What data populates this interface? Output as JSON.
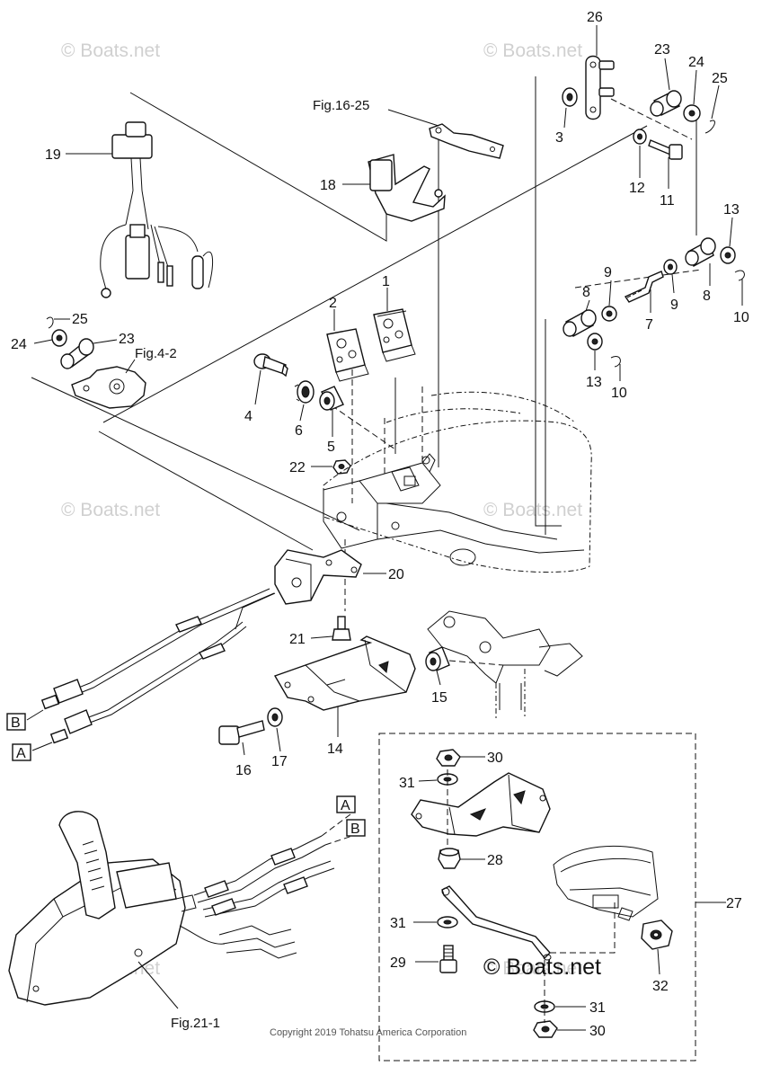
{
  "watermarks": [
    "© Boats.net",
    "© Boats.net",
    "© Boats.net",
    "© Boats.net",
    "© Boats.net",
    "© Boats.net"
  ],
  "callouts": {
    "p1": "1",
    "p2": "2",
    "p3": "3",
    "p4": "4",
    "p5": "5",
    "p6": "6",
    "p7": "7",
    "p8a": "8",
    "p8b": "8",
    "p9a": "9",
    "p9b": "9",
    "p10a": "10",
    "p10b": "10",
    "p11": "11",
    "p12": "12",
    "p13a": "13",
    "p13b": "13",
    "p14": "14",
    "p15": "15",
    "p16": "16",
    "p17": "17",
    "p18": "18",
    "p19": "19",
    "p20": "20",
    "p21": "21",
    "p22": "22",
    "p23a": "23",
    "p23b": "23",
    "p24a": "24",
    "p24b": "24",
    "p25a": "25",
    "p25b": "25",
    "p26": "26",
    "p27": "27",
    "p28": "28",
    "p29": "29",
    "p30a": "30",
    "p30b": "30",
    "p31a": "31",
    "p31b": "31",
    "p31c": "31",
    "p32": "32"
  },
  "figure_refs": {
    "fig16_25": "Fig.16-25",
    "fig4_2": "Fig.4-2",
    "fig21_1": "Fig.21-1"
  },
  "cable_labels": {
    "b_left": "B",
    "a_left": "A",
    "a_right": "A",
    "b_right": "B"
  },
  "brand_watermark": "© Boats.net",
  "copyright": "Copyright 2019 Tohatsu America Corporation"
}
